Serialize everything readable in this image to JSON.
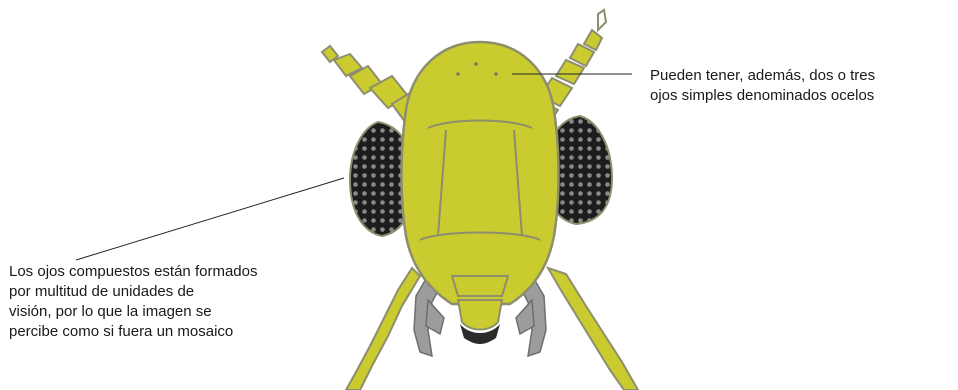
{
  "annotations": {
    "ocelli": {
      "lines": [
        "Pueden tener, además, dos o tres",
        "ojos simples denominados ocelos"
      ]
    },
    "compound_eyes": {
      "lines": [
        "Los ojos compuestos están formados",
        "por multitud de unidades de",
        "visión, por lo que la imagen se",
        "percibe como si fuera un mosaico"
      ]
    }
  },
  "colors": {
    "body": "#c9cb2e",
    "outline": "#8e8e6e",
    "eye_dark": "#1d1d1d",
    "eye_facet": "#8a8a8a",
    "legs": "#9c9c9c",
    "mandible": "#2b2b2b",
    "leader_line": "#222222"
  }
}
